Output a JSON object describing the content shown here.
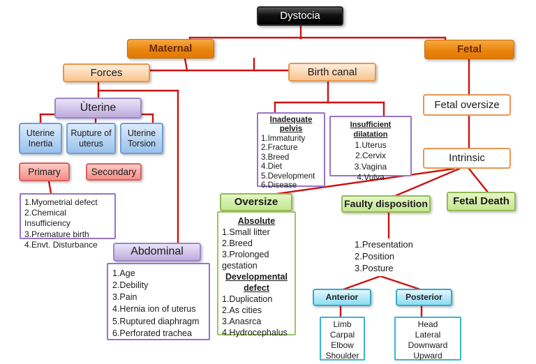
{
  "palette": {
    "connector_red": "#cc1111",
    "root_black": "#000000",
    "branch_orange": "#ef8409",
    "peach": "#fbd7ae",
    "lavender": "#cdbfe8",
    "blue": "#a9c9ef",
    "pink": "#f79a92",
    "green": "#cde99b",
    "cyan": "#9fe2f2",
    "purple_border": "#9673c9",
    "green_border": "#94b956",
    "cyan_border": "#35a9c6",
    "orange_border": "#ea9550"
  },
  "root": {
    "label": "Dystocia"
  },
  "branches": {
    "maternal": "Maternal",
    "fetal": "Fetal",
    "forces": "Forces",
    "birth_canal": "Birth canal",
    "uterine": "Ùterine",
    "abdominal": "Abdominal",
    "primary": "Primary",
    "secondary": "Secondary",
    "fetal_oversize": "Fetal oversize",
    "intrinsic": "Intrinsic",
    "oversize": "Oversize",
    "faulty_disposition": "Faulty disposition",
    "fetal_death": "Fetal Death",
    "anterior": "Anterior",
    "posterior": "Posterior"
  },
  "uterine_types": [
    "Uterine Inertia",
    "Rupture of uterus",
    "Uterine Torsion"
  ],
  "primary_causes": [
    "1.Myometrial defect",
    "2.Chemical Insufficiency",
    "3.Premature birth",
    "4.Envt. Disturbance"
  ],
  "abdominal_causes": [
    "1.Age",
    "2.Debility",
    "3.Pain",
    "4.Hernia ion of uterus",
    "5.Ruptured diaphragm",
    "6.Perforated trachea"
  ],
  "inadequate_pelvis": {
    "heading": "Inadequate pelvis",
    "items": [
      "1.Immaturity",
      "2.Fracture",
      "3.Breed",
      "4.Diet",
      "5.Development",
      "6.Disease"
    ]
  },
  "insufficient_dilatation": {
    "heading": "Insufficient dilatation",
    "items": [
      "1.Uterus",
      "2.Cervix",
      "3.Vagina",
      "4.Vulva"
    ]
  },
  "oversize_detail": {
    "absolute_heading": "Absolute",
    "absolute_items": [
      "1.Small litter",
      "2.Breed",
      "3.Prolonged gestation"
    ],
    "developmental_heading": "Developmental defect",
    "developmental_items": [
      "1.Duplication",
      "2.As cities",
      "3.Anasrca",
      "4.Hydrocephalus"
    ]
  },
  "faulty_items": [
    "1.Presentation",
    "2.Position",
    "3.Posture"
  ],
  "anterior_items": [
    "Limb",
    "Carpal",
    "Elbow",
    "Shoulder"
  ],
  "posterior_items": [
    "Head",
    "Lateral",
    "Downward",
    "Upward"
  ]
}
